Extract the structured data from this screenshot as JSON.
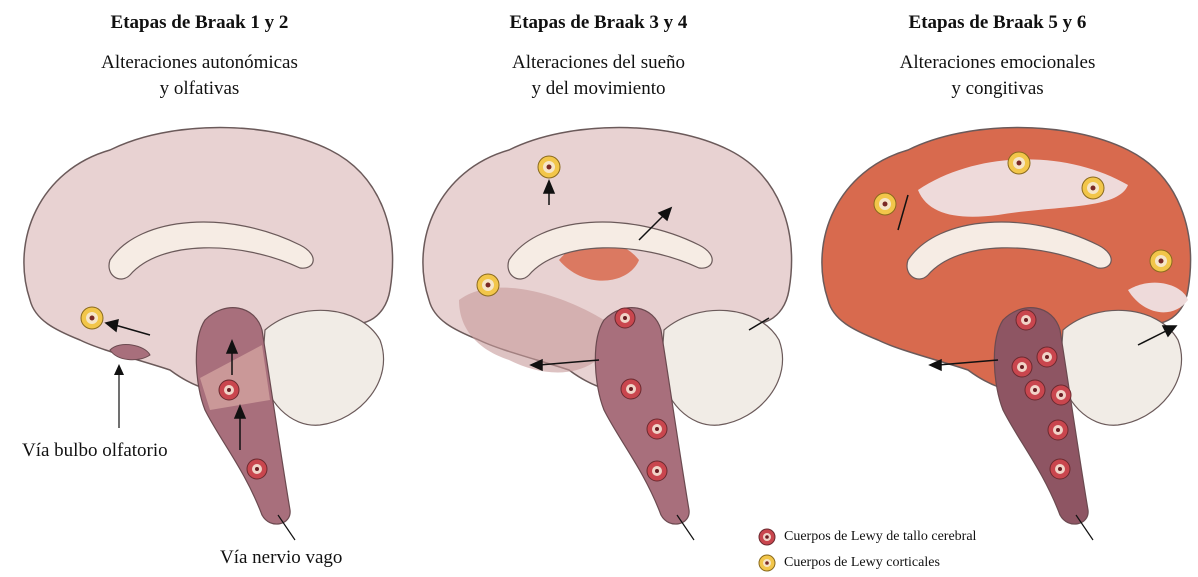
{
  "panels": [
    {
      "title": "Etapas de Braak 1 y 2",
      "subtitle_line1": "Alteraciones autonómicas",
      "subtitle_line2": "y olfativas"
    },
    {
      "title": "Etapas de Braak 3 y 4",
      "subtitle_line1": "Alteraciones del sueño",
      "subtitle_line2": "y del movimiento"
    },
    {
      "title": "Etapas de Braak 5 y 6",
      "subtitle_line1": "Alteraciones emocionales",
      "subtitle_line2": "y congitivas"
    }
  ],
  "labels": {
    "olfactory_path": "Vía bulbo olfatorio",
    "vagus_path": "Vía nervio vago"
  },
  "legend": {
    "brainstem": "Cuerpos de Lewy de tallo cerebral",
    "cortical": "Cuerpos de Lewy corticales"
  },
  "colors": {
    "brain_fill": "#e8d2d2",
    "brainstem_fill": "#a86f7c",
    "affected_red": "#d86a4e",
    "lewy_brainstem": "#c9464e",
    "lewy_cortical": "#f2c64a"
  }
}
